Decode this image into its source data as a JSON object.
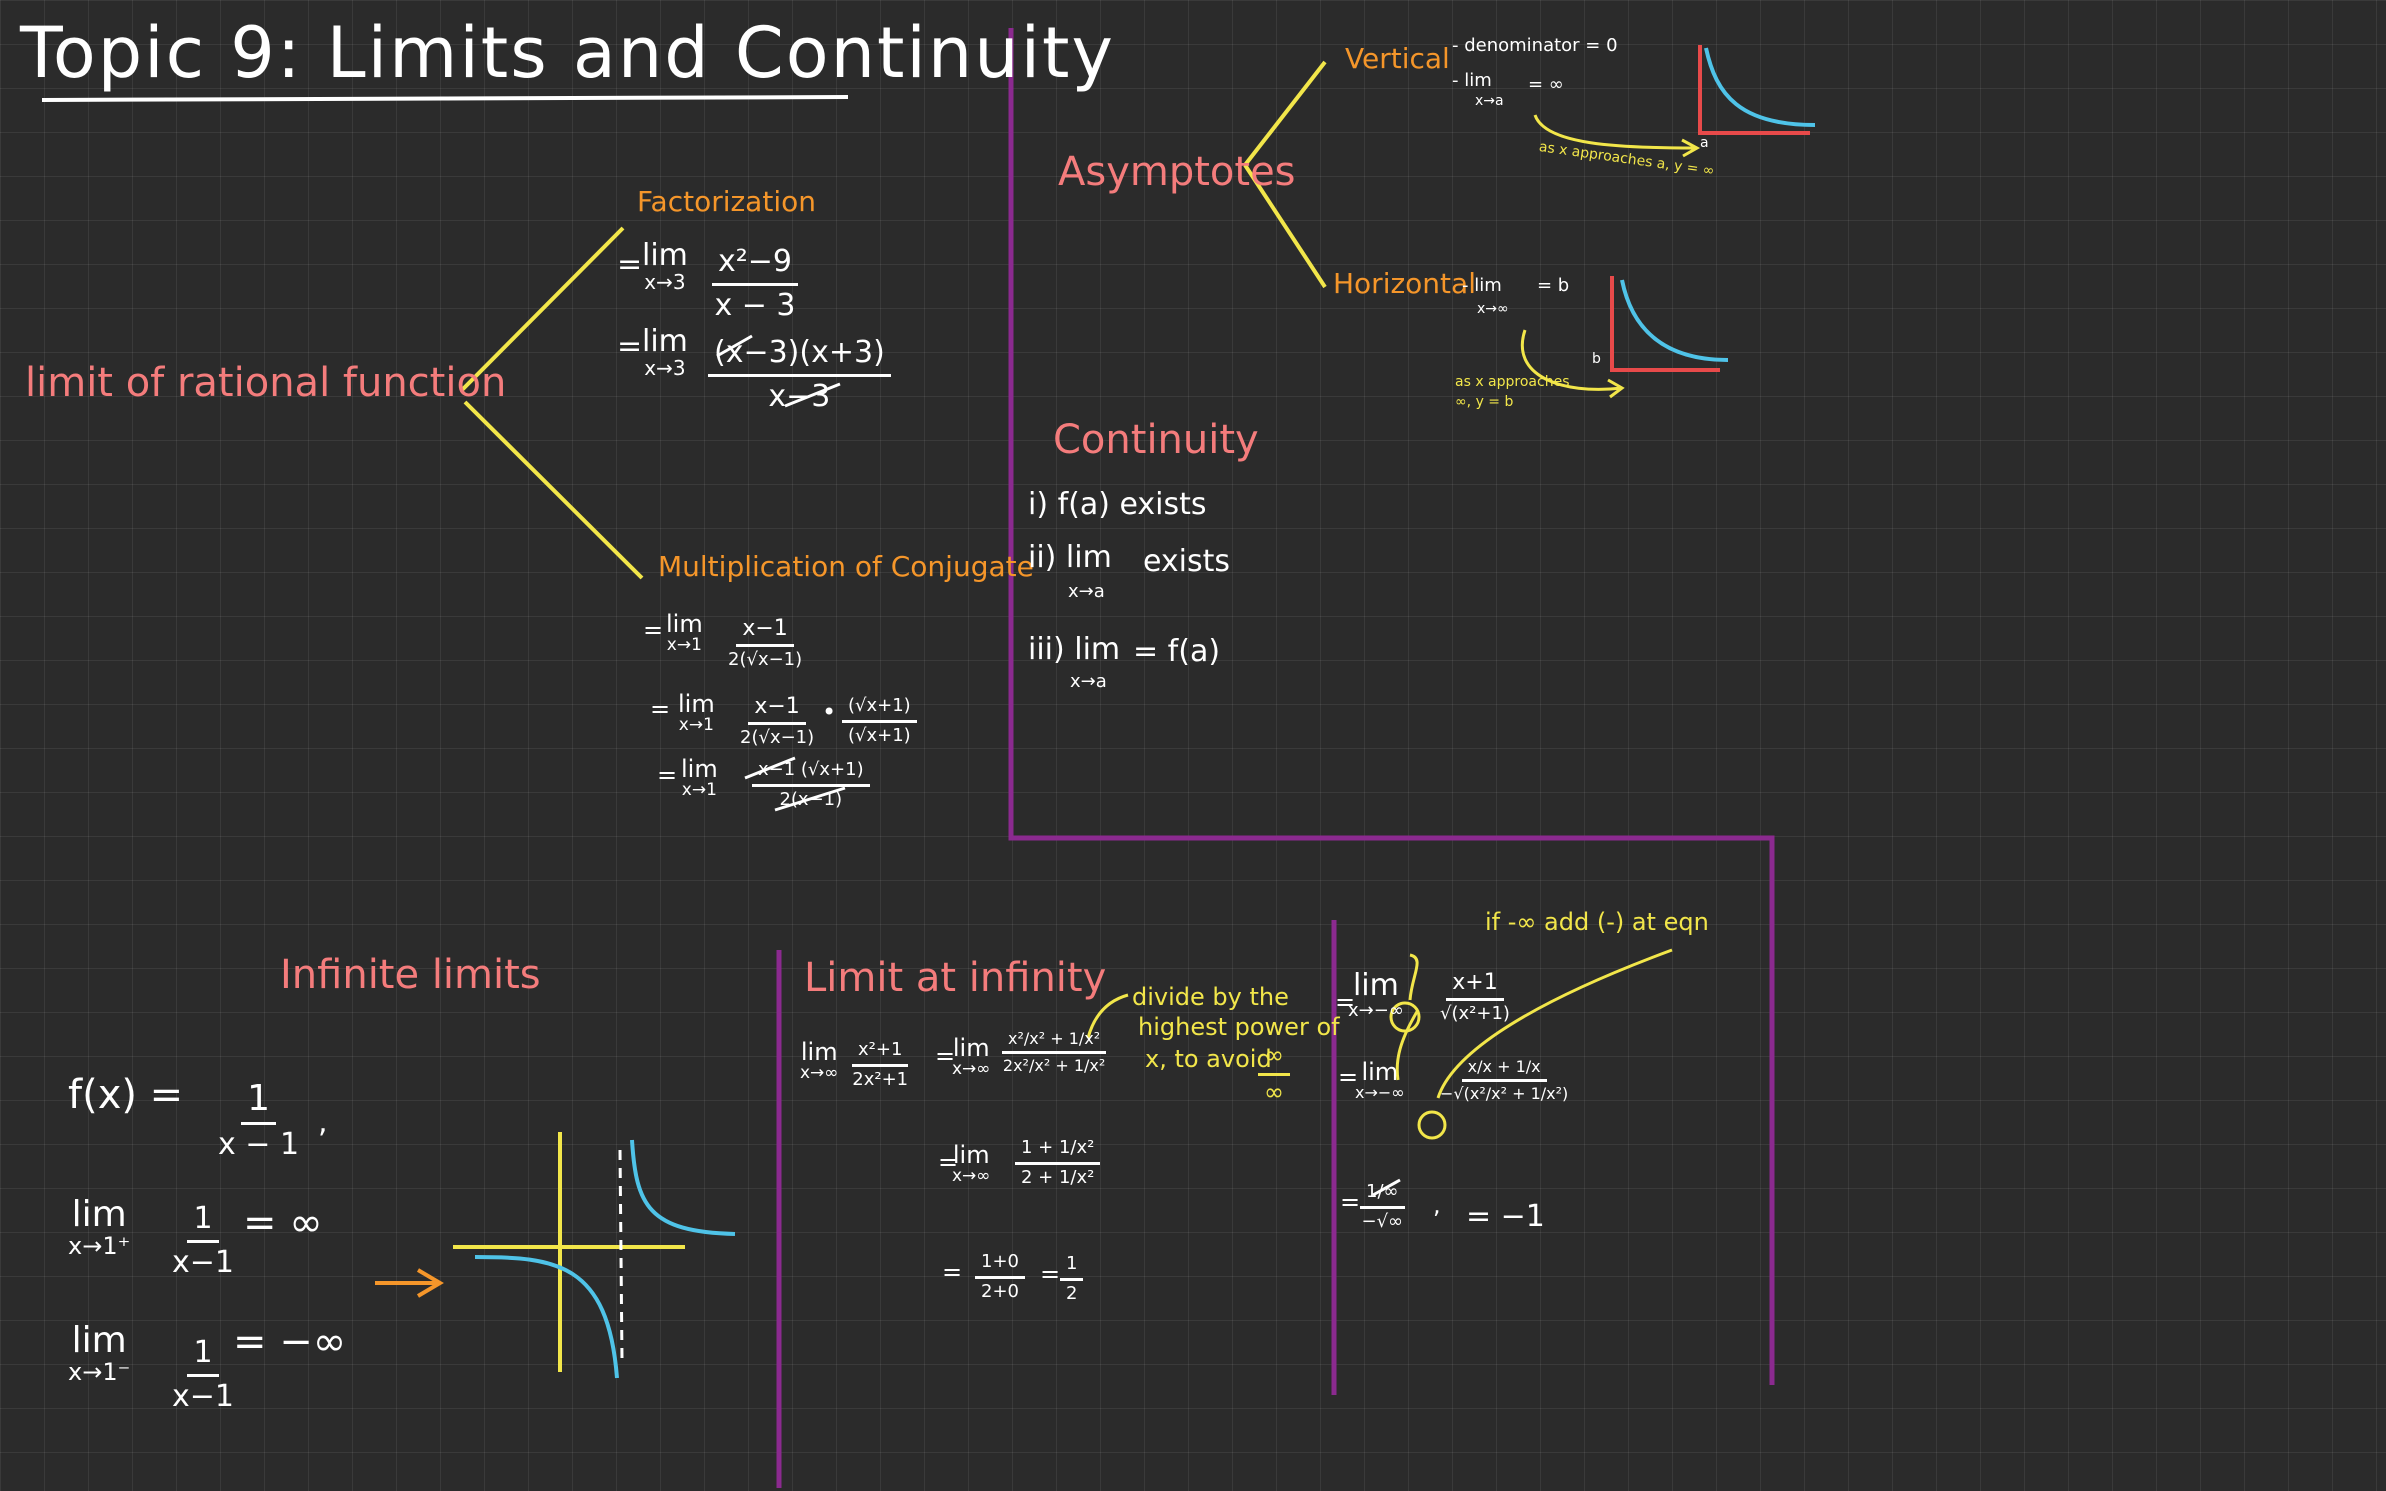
{
  "title": "Topic 9: Limits and Continuity",
  "rational": {
    "label": "limit of rational function",
    "factorization": {
      "heading": "Factorization",
      "step1": {
        "prefix": "=",
        "lim": "lim",
        "sub": "x→3",
        "num": "x²−9",
        "den": "x − 3"
      },
      "step2": {
        "prefix": "=",
        "lim": "lim",
        "sub": "x→3",
        "num": "(x−3)(x+3)",
        "den": "x−3"
      }
    },
    "conjugate": {
      "heading": "Multiplication of Conjugate",
      "step1": {
        "prefix": "=",
        "lim": "lim",
        "sub": "x→1",
        "num": "x−1",
        "den": "2(√x−1)"
      },
      "step2": {
        "prefix": "=",
        "lim": "lim",
        "sub": "x→1",
        "num": "x−1",
        "den": "2(√x−1)",
        "dot": "•",
        "num2": "(√x+1)",
        "den2": "(√x+1)"
      },
      "step3": {
        "prefix": "=",
        "lim": "lim",
        "sub": "x→1",
        "num": "x−1 (√x+1)",
        "den": "2(x−1)"
      }
    }
  },
  "asymptotes": {
    "label": "Asymptotes",
    "vertical": {
      "heading": "Vertical",
      "line1": "- denominator = 0",
      "line2_prefix": "- lim",
      "line2_sub": "x→a",
      "line2_suffix": "= ∞",
      "note": "as x approaches a, y = ∞",
      "axis_label": "a"
    },
    "horizontal": {
      "heading": "Horizontal",
      "line_prefix": "- lim",
      "line_sub": "x→∞",
      "line_suffix": "= b",
      "note_line1": "as x approaches",
      "note_line2": "∞, y = b",
      "axis_label": "b"
    }
  },
  "continuity": {
    "heading": "Continuity",
    "item1": "i) f(a) exists",
    "item2_prefix": "ii) lim",
    "item2_sub": "x→a",
    "item2_suffix": "exists",
    "item3_prefix": "iii) lim",
    "item3_sub": "x→a",
    "item3_suffix": "= f(a)"
  },
  "infinite_limits": {
    "heading": "Infinite limits",
    "func_prefix": "f(x) =",
    "func_num": "1",
    "func_den": "x − 1",
    "func_comma": ",",
    "lim1": {
      "lim": "lim",
      "sub": "x→1⁺",
      "num": "1",
      "den": "x−1",
      "result": "= ∞"
    },
    "lim2": {
      "lim": "lim",
      "sub": "x→1⁻",
      "num": "1",
      "den": "x−1",
      "result": "= −∞"
    }
  },
  "limit_infinity": {
    "heading": "Limit at infinity",
    "note_line1": "divide by the",
    "note_line2": "highest power of",
    "note_line3": "x, to avoid",
    "note_frac_num": "∞",
    "note_frac_den": "∞",
    "step1": {
      "lim": "lim",
      "sub": "x→∞",
      "num": "x²+1",
      "den": "2x²+1",
      "eq": "=",
      "lim2": "lim",
      "sub2": "x→∞",
      "num2": "x²/x² + 1/x²",
      "den2": "2x²/x² + 1/x²"
    },
    "step2": {
      "eq": "=",
      "lim": "lim",
      "sub": "x→∞",
      "num": "1 + 1/x²",
      "den": "2 + 1/x²"
    },
    "step3": {
      "eq": "=",
      "num": "1+0",
      "den": "2+0",
      "eq2": "=",
      "rnum": "1",
      "rden": "2"
    }
  },
  "neg_infinity": {
    "note": "if -∞ add (-) at eqn",
    "step1": {
      "eq": "=",
      "lim": "lim",
      "sub": "x→−∞",
      "num": "x+1",
      "den": "√(x²+1)"
    },
    "step2": {
      "eq": "=",
      "lim": "lim",
      "sub": "x→−∞",
      "num": "x/x + 1/x",
      "den": "−√(x²/x² + 1/x²)"
    },
    "step3": {
      "eq": "=",
      "num": "1/∞",
      "den": "−√∞",
      "comma": ",",
      "result": "= −1"
    }
  },
  "colors": {
    "yellow": "#f2e64a",
    "orange": "#f5962a",
    "pink": "#f47c7c",
    "purple": "#8b2a8f",
    "cyan": "#4fc3e8",
    "red": "#e84a4a"
  }
}
